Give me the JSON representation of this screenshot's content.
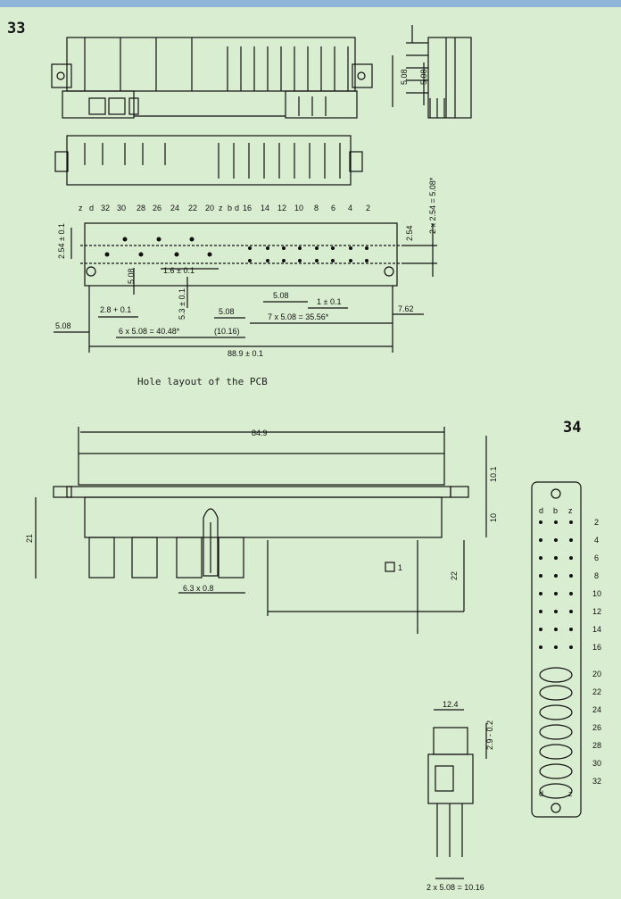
{
  "figures": {
    "fig33": {
      "number": "33",
      "caption": "Hole layout of the PCB",
      "side_dims": [
        "5.08",
        "5.08"
      ],
      "right_dim": "2 x 2.54 = 5.08*",
      "left_dim_v": "2.54 ± 0.1",
      "row_labels_left": [
        "z",
        "d",
        "32",
        "30",
        "28",
        "26",
        "24",
        "22",
        "20"
      ],
      "row_labels_right": [
        "z",
        "b",
        "d",
        "16",
        "14",
        "12",
        "10",
        "8",
        "6",
        "4",
        "2"
      ],
      "dims": {
        "d_2_54": "2.54",
        "d_5_08v": "5.08",
        "d_1_6": "1.6 ± 0.1",
        "d_5_3": "5.3 ± 0.1",
        "d_5_08": "5.08",
        "d_1": "1 ± 0.1",
        "d_2_8": "2.8 + 0.1",
        "d_5_08b": "5.08",
        "d_7x": "7 x 5.08 = 35.56*",
        "d_7_62": "7.62",
        "d_5_08c": "5.08",
        "d_6x": "6 x 5.08 = 40.48*",
        "d_10_16": "(10.16)",
        "d_88_9": "88.9 ± 0.1"
      }
    },
    "fig34": {
      "number": "34",
      "dims": {
        "width": "84.9",
        "h1": "10.1",
        "h2": "10",
        "h3": "21",
        "pin": "22",
        "blade": "6.3 x 0.8",
        "tol": "1",
        "side_w": "12.4",
        "side_h": "2.9 - 0.2",
        "pitch": "2 x 5.08 = 10.16"
      },
      "pinout_cols": [
        "d",
        "b",
        "z"
      ],
      "pinout_rows": [
        "2",
        "4",
        "6",
        "8",
        "10",
        "12",
        "14",
        "16",
        "20",
        "22",
        "24",
        "26",
        "28",
        "30",
        "32"
      ],
      "pinout_bottom": [
        "d",
        "z"
      ]
    }
  }
}
